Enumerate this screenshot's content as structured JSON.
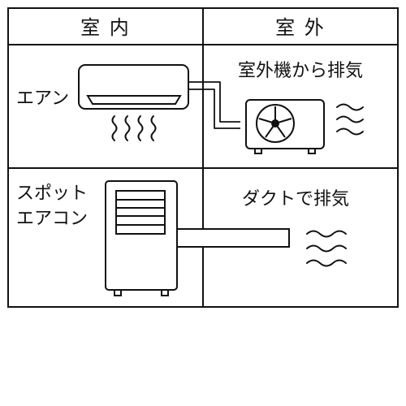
{
  "colors": {
    "line": "#111111",
    "background": "#ffffff"
  },
  "header": {
    "indoor": "室 内",
    "outdoor": "室 外"
  },
  "row1": {
    "indoor_label": "エアン",
    "outdoor_label": "室外機から排気"
  },
  "row2": {
    "indoor_label_line1": "スポット",
    "indoor_label_line2": "エアコン",
    "outdoor_label": "ダクトで排気"
  },
  "icons": {
    "wall_ac": "wall-air-conditioner-icon",
    "outdoor_unit": "outdoor-unit-icon",
    "portable_ac": "portable-air-conditioner-icon",
    "duct": "exhaust-duct-icon",
    "heat_wave": "heat-wave-icon",
    "exhaust_wave": "exhaust-wave-icon"
  }
}
